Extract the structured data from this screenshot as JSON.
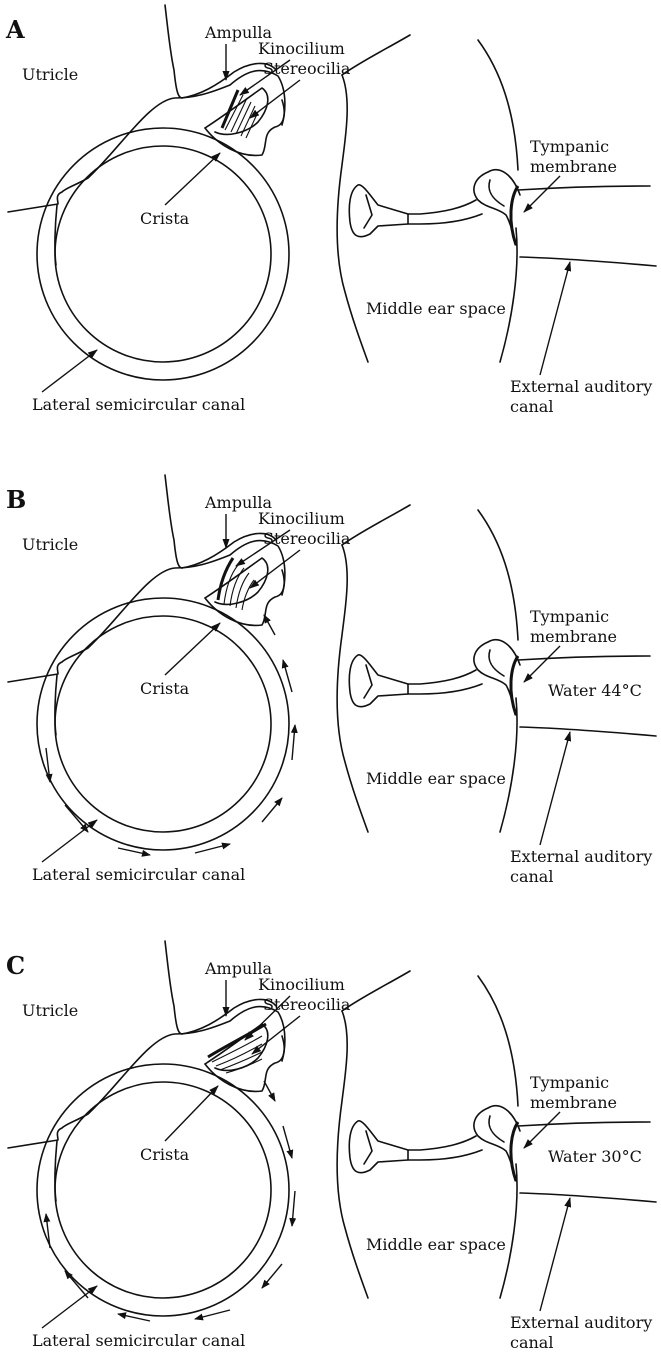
{
  "panels": [
    {
      "letter": "A",
      "labels": {
        "utricle": "Utricle",
        "ampulla": "Ampulla",
        "kinocilium": "Kinocilium",
        "stereocilia": "Stereocilia",
        "crista": "Crista",
        "lateral_canal": "Lateral semicircular canal",
        "tympanic_1": "Tympanic",
        "tympanic_2": "membrane",
        "middle_ear": "Middle ear space",
        "external_1": "External auditory",
        "external_2": "canal",
        "water": ""
      },
      "flow": "none"
    },
    {
      "letter": "B",
      "labels": {
        "utricle": "Utricle",
        "ampulla": "Ampulla",
        "kinocilium": "Kinocilium",
        "stereocilia": "Stereocilia",
        "crista": "Crista",
        "lateral_canal": "Lateral semicircular canal",
        "tympanic_1": "Tympanic",
        "tympanic_2": "membrane",
        "middle_ear": "Middle ear space",
        "external_1": "External auditory",
        "external_2": "canal",
        "water": "Water 44°C"
      },
      "flow": "toward-ampulla"
    },
    {
      "letter": "C",
      "labels": {
        "utricle": "Utricle",
        "ampulla": "Ampulla",
        "kinocilium": "Kinocilium",
        "stereocilia": "Stereocilia",
        "crista": "Crista",
        "lateral_canal": "Lateral semicircular canal",
        "tympanic_1": "Tympanic",
        "tympanic_2": "membrane",
        "middle_ear": "Middle ear space",
        "external_1": "External auditory",
        "external_2": "canal",
        "water": "Water 30°C"
      },
      "flow": "away-from-ampulla"
    }
  ]
}
